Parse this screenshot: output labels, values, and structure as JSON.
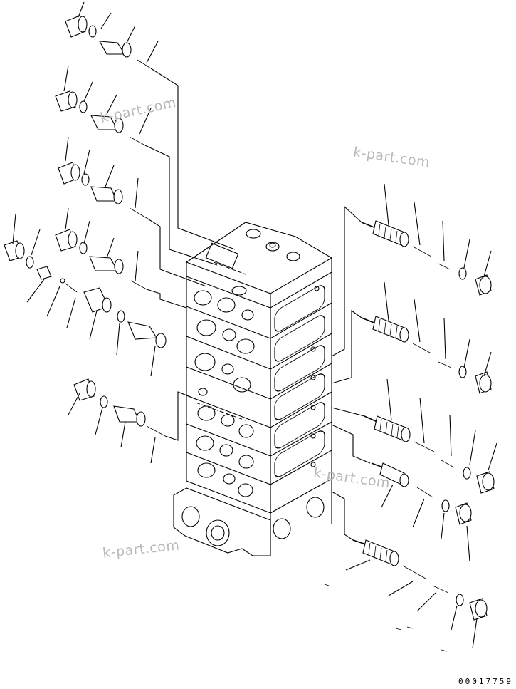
{
  "watermark": {
    "text1": "k-part.com",
    "text2": "k-part.com",
    "text3": "k-part.com",
    "text4": "k-part.com"
  },
  "document_number": "00017759"
}
